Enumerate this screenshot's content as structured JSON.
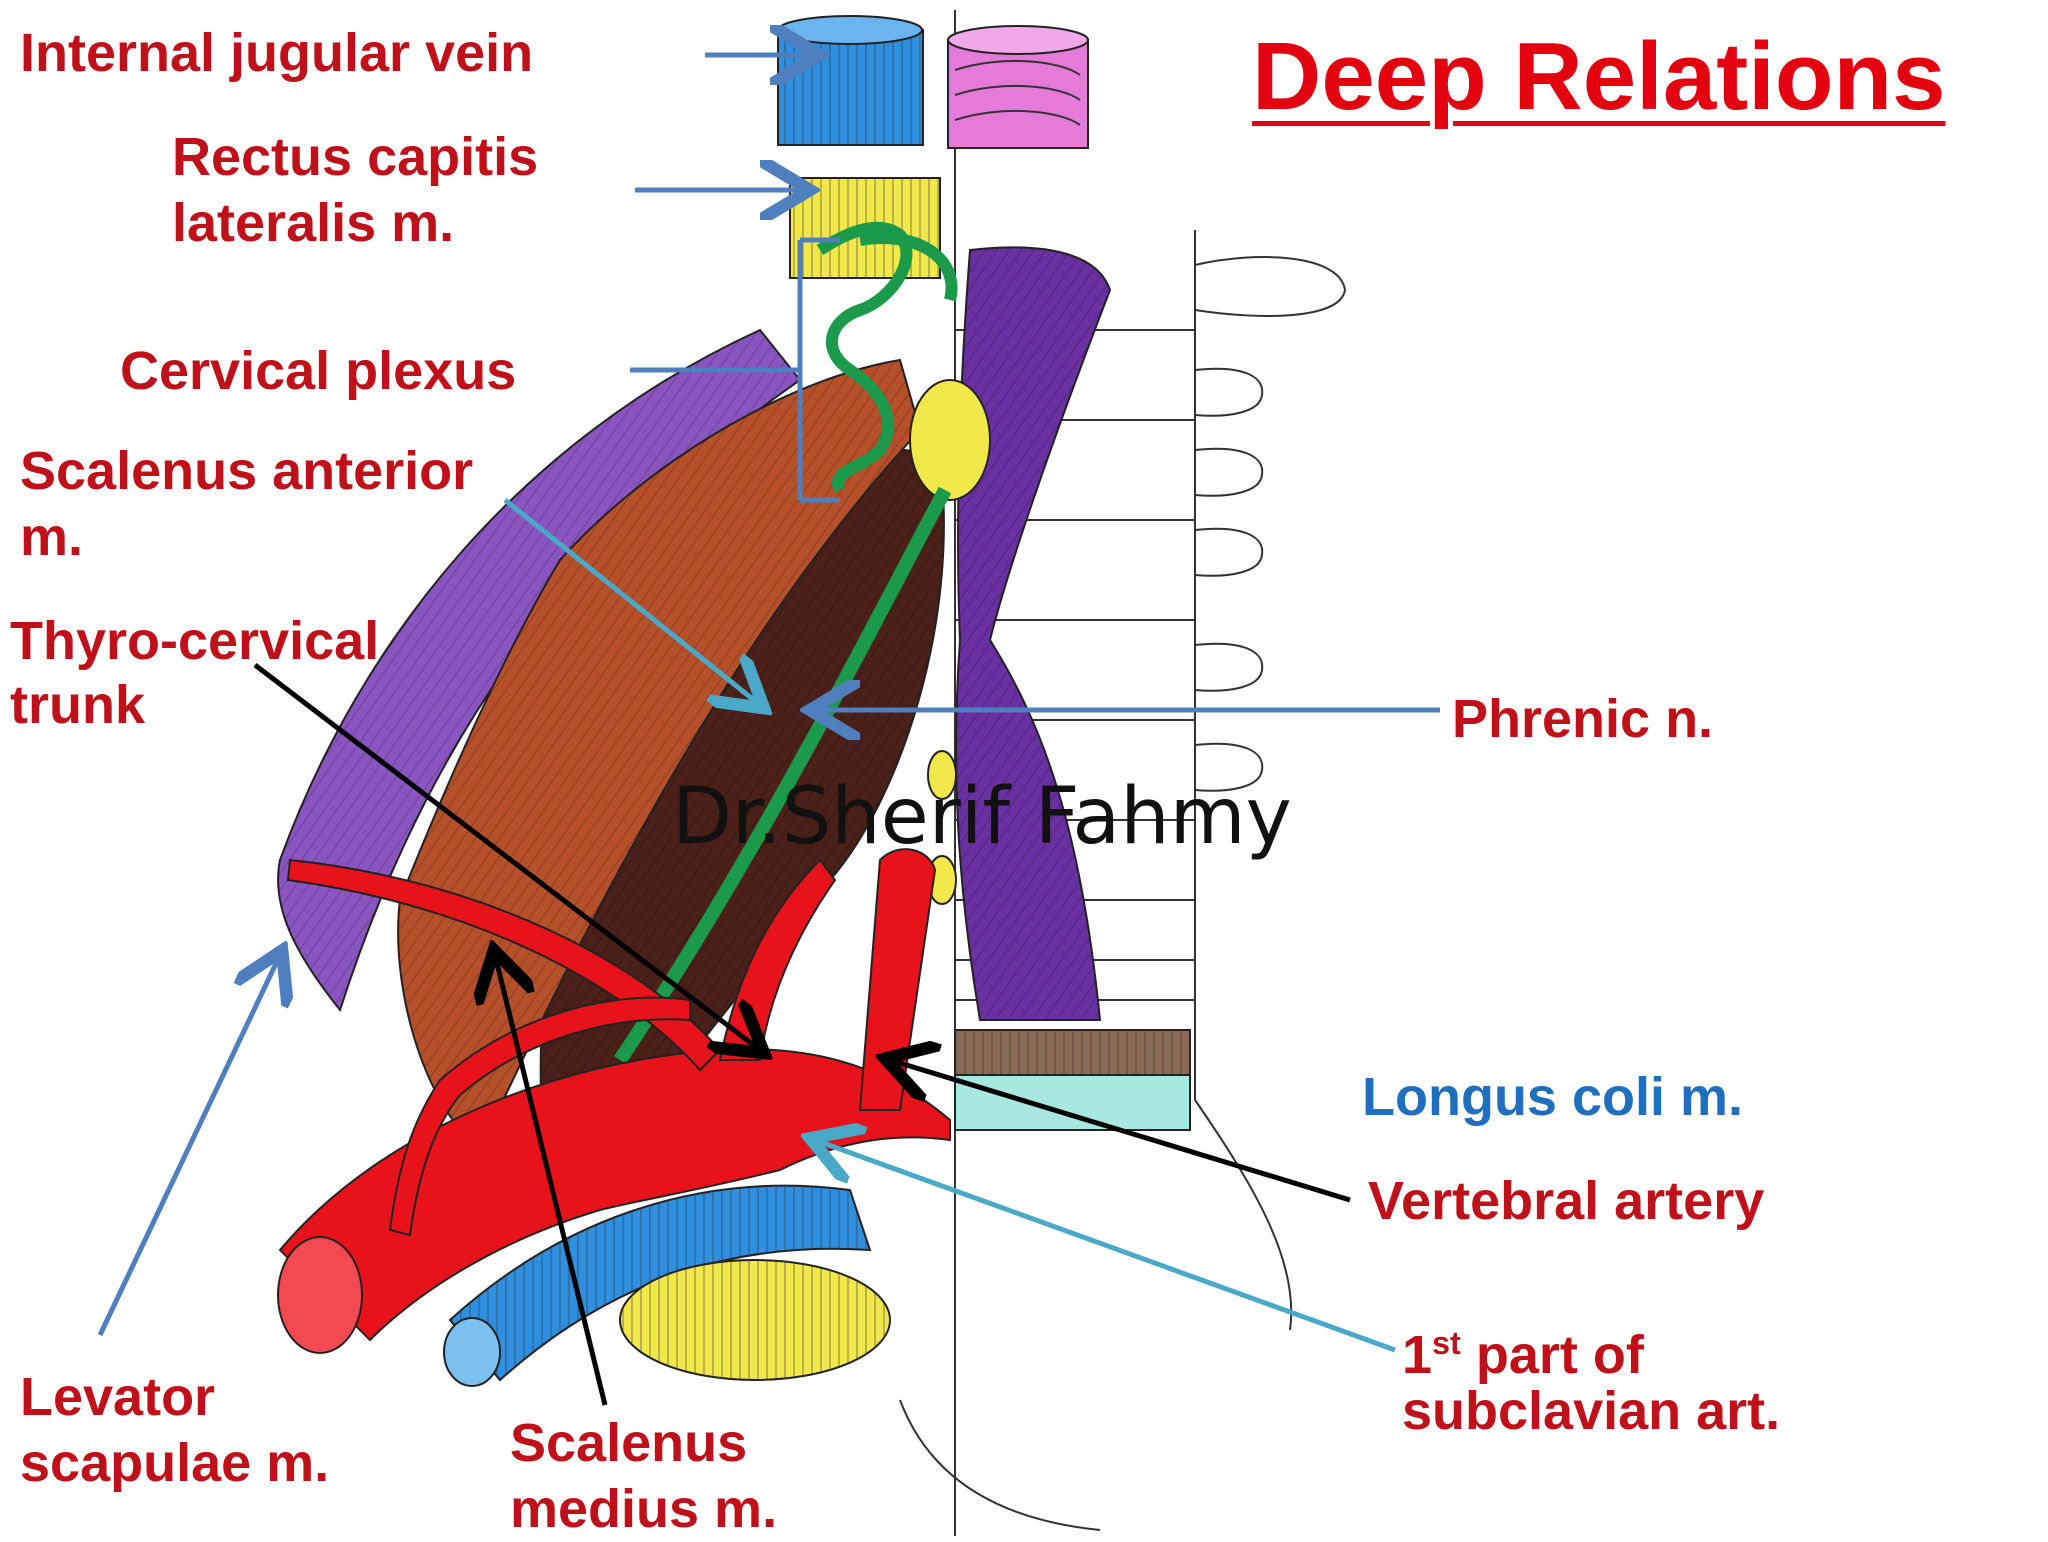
{
  "title": "Deep Relations",
  "watermark": "Dr.Sherif Fahmy",
  "labels": {
    "internal_jugular_vein": "Internal jugular vein",
    "rectus_capitis_l1": "Rectus capitis",
    "rectus_capitis_l2": "lateralis m.",
    "cervical_plexus": "Cervical plexus",
    "scalenus_anterior_l1": "Scalenus anterior",
    "scalenus_anterior_l2": "m.",
    "thyro_cervical_l1": "Thyro-cervical",
    "thyro_cervical_l2": "trunk",
    "phrenic": "Phrenic n.",
    "longus_coli": "Longus coli m.",
    "vertebral_artery": "Vertebral artery",
    "subclavian_num": "1",
    "subclavian_sup": "st",
    "subclavian_rest": " part of",
    "subclavian_l2": "subclavian art.",
    "levator_l1": "Levator",
    "levator_l2": "scapulae m.",
    "scalenus_medius_l1": "Scalenus",
    "scalenus_medius_l2": "medius m."
  },
  "colors": {
    "label_red": "#c0101a",
    "label_blue": "#1f6fc0",
    "title_red": "#e3000f",
    "vein_blue": "#2f8fe0",
    "artery_red": "#e8121b",
    "muscle_purple": "#7a3ca8",
    "muscle_brown": "#8a3b22",
    "nerve_green": "#1a9a4a",
    "yellow": "#f2e84a"
  }
}
